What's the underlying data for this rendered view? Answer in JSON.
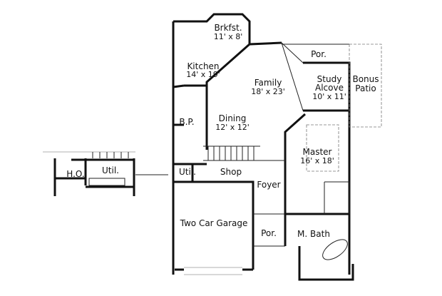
{
  "rooms": {
    "breakfast": {
      "name": "Brkfst.",
      "size": "11' x 8'"
    },
    "kitchen": {
      "name": "Kitchen",
      "size": "14' x 19'"
    },
    "family": {
      "name": "Family",
      "size": "18' x 23'"
    },
    "porch_top": {
      "name": "Por."
    },
    "study": {
      "name1": "Study",
      "name2": "Alcove",
      "size": "10' x 11'"
    },
    "bonus": {
      "name1": "Bonus",
      "name2": "Patio"
    },
    "butler_pantry": {
      "name": "B.P."
    },
    "dining": {
      "name": "Dining",
      "size": "12' x 12'"
    },
    "master": {
      "name": "Master",
      "size": "16' x 18'"
    },
    "utility": {
      "name": "Util."
    },
    "shop": {
      "name": "Shop"
    },
    "foyer": {
      "name": "Foyer"
    },
    "garage": {
      "name": "Two Car Garage"
    },
    "porch_front": {
      "name": "Por."
    },
    "master_bath": {
      "name": "M. Bath"
    },
    "alt_home_office": {
      "name": "H.O."
    },
    "alt_utility": {
      "name": "Util."
    }
  }
}
